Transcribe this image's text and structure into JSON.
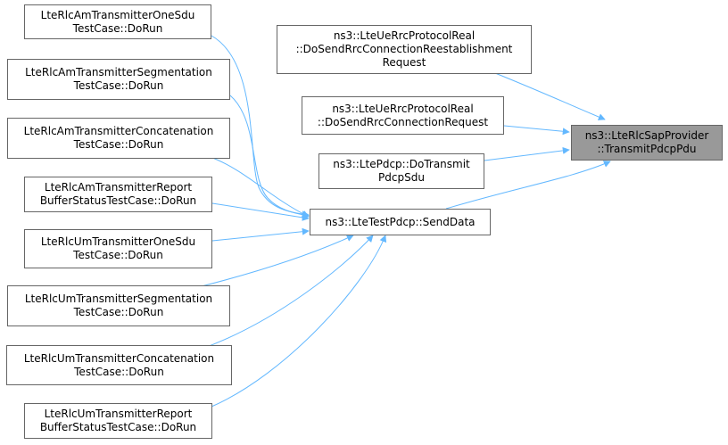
{
  "diagram": {
    "edge_color": "#63b8ff",
    "highlight_fill": "#999999",
    "nodes": [
      {
        "id": "n1",
        "label": "LteRlcAmTransmitterOneSdu\nTestCase::DoRun"
      },
      {
        "id": "n2",
        "label": "LteRlcAmTransmitterSegmentation\nTestCase::DoRun"
      },
      {
        "id": "n3",
        "label": "LteRlcAmTransmitterConcatenation\nTestCase::DoRun"
      },
      {
        "id": "n4",
        "label": "LteRlcAmTransmitterReport\nBufferStatusTestCase::DoRun"
      },
      {
        "id": "n5",
        "label": "LteRlcUmTransmitterOneSdu\nTestCase::DoRun"
      },
      {
        "id": "n6",
        "label": "LteRlcUmTransmitterSegmentation\nTestCase::DoRun"
      },
      {
        "id": "n7",
        "label": "LteRlcUmTransmitterConcatenation\nTestCase::DoRun"
      },
      {
        "id": "n8",
        "label": "LteRlcUmTransmitterReport\nBufferStatusTestCase::DoRun"
      },
      {
        "id": "send",
        "label": "ns3::LteTestPdcp::SendData"
      },
      {
        "id": "reest",
        "label": "ns3::LteUeRrcProtocolReal\n::DoSendRrcConnectionReestablishment\nRequest"
      },
      {
        "id": "req",
        "label": "ns3::LteUeRrcProtocolReal\n::DoSendRrcConnectionRequest"
      },
      {
        "id": "pdcp",
        "label": "ns3::LtePdcp::DoTransmit\nPdcpSdu"
      },
      {
        "id": "target",
        "label": "ns3::LteRlcSapProvider\n::TransmitPdcpPdu"
      }
    ]
  }
}
